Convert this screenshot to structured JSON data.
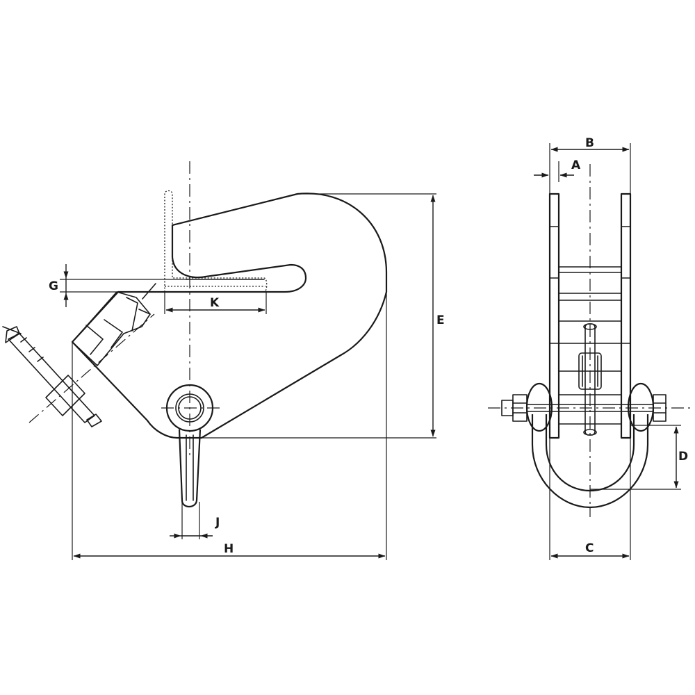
{
  "labels": {
    "a": "A",
    "b": "B",
    "c": "C",
    "d": "D",
    "e": "E",
    "g": "G",
    "h": "H",
    "j": "J",
    "k": "K"
  }
}
